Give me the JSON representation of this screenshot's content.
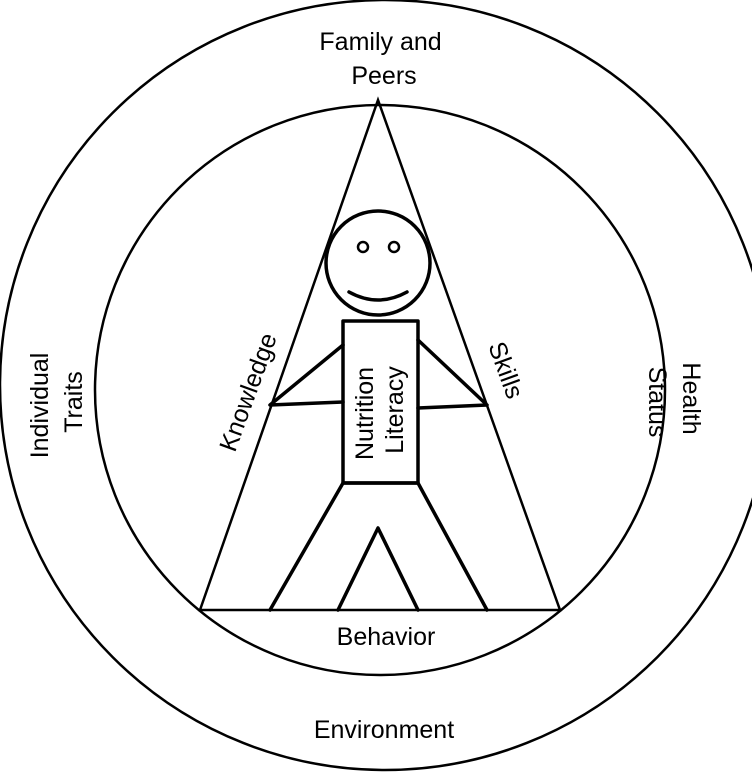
{
  "diagram": {
    "outer_ring": {
      "top_line1": "Family and",
      "top_line2": "Peers",
      "bottom": "Environment",
      "left_line1": "Individual",
      "left_line2": "Traits",
      "right_line1": "Health",
      "right_line2": "Status"
    },
    "inner_ring": {
      "bottom": "Behavior"
    },
    "triangle": {
      "left_side": "Knowledge",
      "right_side": "Skills"
    },
    "figure": {
      "body_line1": "Nutrition",
      "body_line2": "Literacy"
    }
  }
}
